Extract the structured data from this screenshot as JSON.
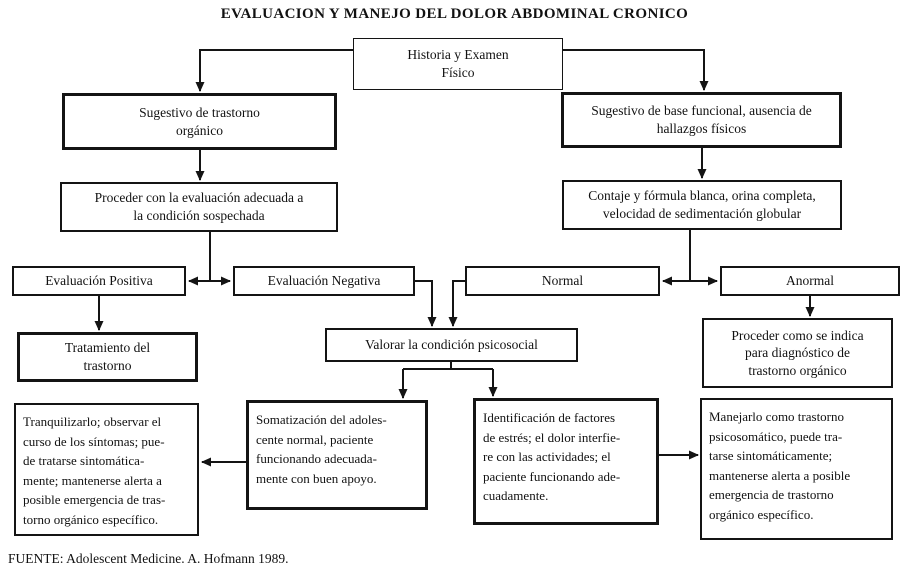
{
  "title": "EVALUACION Y MANEJO DEL DOLOR ABDOMINAL CRONICO",
  "source_note": "FUENTE: Adolescent Medicine. A. Hofmann 1989.",
  "colors": {
    "ink": "#111111",
    "background": "#ffffff"
  },
  "nodes": {
    "historia": "Historia y Examen\nFísico",
    "sugestivo_organico": "Sugestivo de trastorno\norgánico",
    "sugestivo_funcional": "Sugestivo de base funcional, ausencia de\nhallazgos físicos",
    "proceder_evaluacion": "Proceder con la evaluación adecuada a\nla condición sospechada",
    "contaje": "Contaje y fórmula blanca, orina completa,\nvelocidad de sedimentación globular",
    "evaluacion_positiva": "Evaluación Positiva",
    "evaluacion_negativa": "Evaluación Negativa",
    "normal": "Normal",
    "anormal": "Anormal",
    "tratamiento": "Tratamiento del\ntrastorno",
    "valorar": "Valorar la condición psicosocial",
    "proceder_diagnostico": "Proceder como se indica\npara diagnóstico de\ntrastorno orgánico",
    "tranquilizarlo": "Tranquilizarlo; observar el\ncurso de los síntomas; pue-\nde tratarse sintomática-\nmente; mantenerse alerta a\nposible emergencia de tras-\ntorno orgánico específico.",
    "somatizacion": "Somatización del adoles-\ncente normal, paciente\nfuncionando adecuada-\nmente con buen apoyo.",
    "identificacion": "Identificación de factores\nde estrés; el dolor interfie-\nre con las actividades; el\npaciente funcionando ade-\ncuadamente.",
    "manejarlo": "Manejarlo como trastorno\npsicosomático, puede tra-\ntarse sintomáticamente;\nmantenerse alerta a posible\nemergencia de trastorno\norgánico específico."
  }
}
